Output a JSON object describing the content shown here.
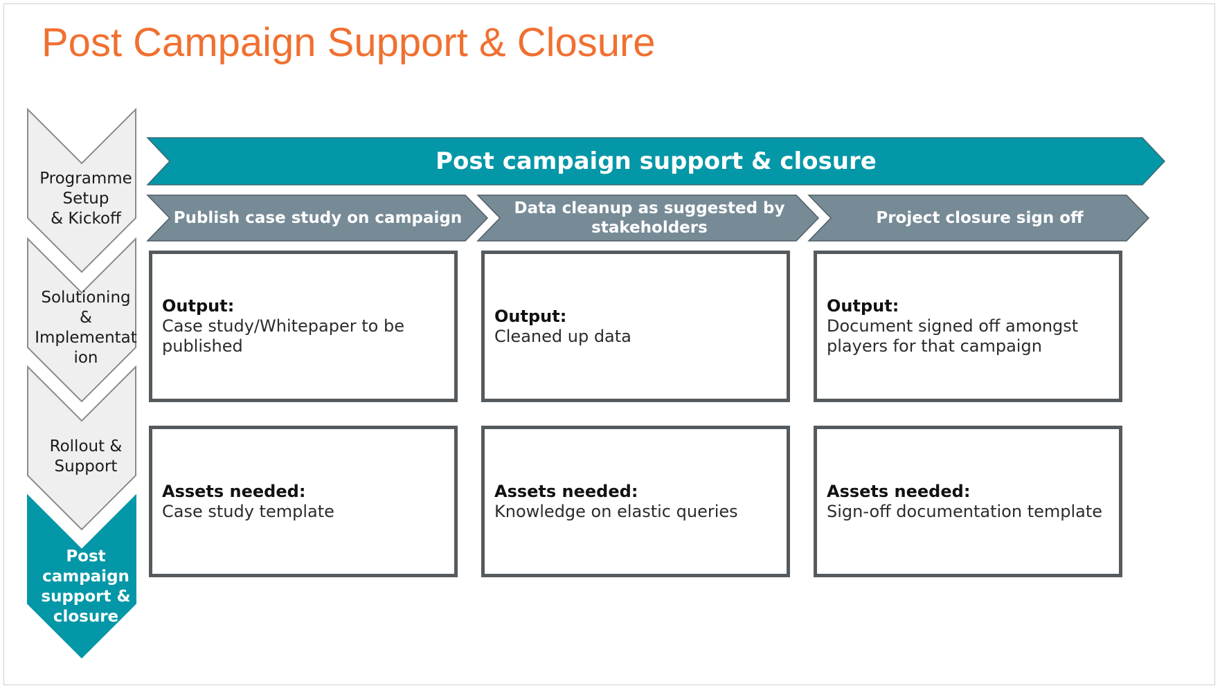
{
  "title": "Post Campaign Support & Closure",
  "colors": {
    "title": "#f07030",
    "teal": "#0497a7",
    "slate": "#778b97",
    "inactive_fill": "#efefef",
    "inactive_stroke": "#8a8a8a",
    "card_border": "#555a5e"
  },
  "steps": [
    {
      "label": "Programme Setup\n& Kickoff",
      "active": false
    },
    {
      "label": "Solutioning\n&\nImplementat\nion",
      "active": false
    },
    {
      "label": "Rollout &\nSupport",
      "active": false
    },
    {
      "label": "Post\ncampaign\nsupport &\nclosure",
      "active": true
    }
  ],
  "banner": {
    "label": "Post campaign support & closure"
  },
  "phases": [
    {
      "label": "Publish case study on campaign",
      "output": {
        "heading": "Output:",
        "text": "Case study/Whitepaper to be published"
      },
      "assets": {
        "heading": "Assets needed:",
        "text": "Case study template"
      }
    },
    {
      "label": "Data cleanup as suggested by stakeholders",
      "output": {
        "heading": "Output:",
        "text": "Cleaned up data"
      },
      "assets": {
        "heading": "Assets needed:",
        "text": "Knowledge on elastic queries"
      }
    },
    {
      "label": "Project closure sign off",
      "output": {
        "heading": "Output:",
        "text": "Document signed off amongst players for that campaign"
      },
      "assets": {
        "heading": "Assets needed:",
        "text": "Sign-off documentation template"
      }
    }
  ]
}
